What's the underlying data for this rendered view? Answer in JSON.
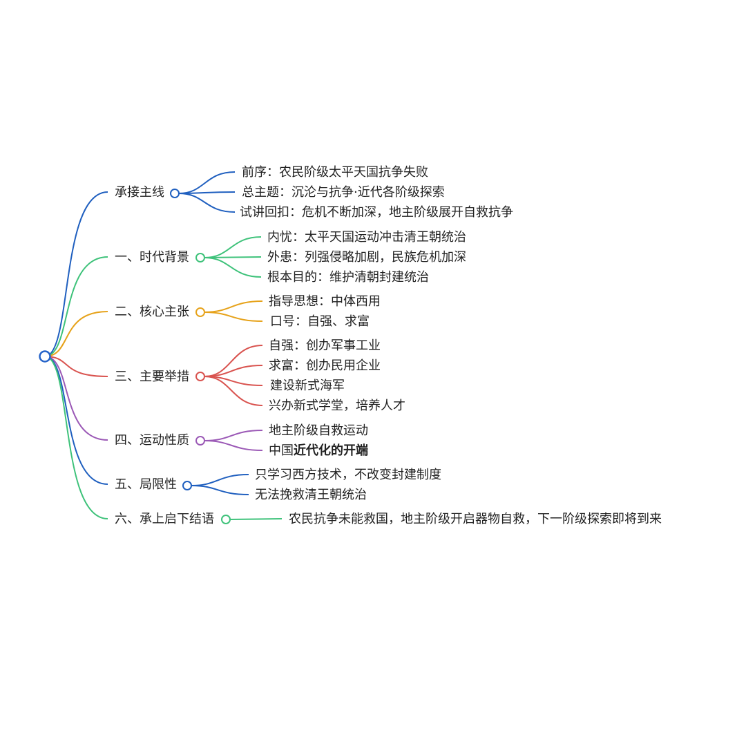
{
  "colors": {
    "root": "#2563c9",
    "text": "#222222",
    "background": "#ffffff"
  },
  "branches": [
    {
      "label": "承接主线",
      "color": "#1f5fbf",
      "leaves": [
        {
          "text": "前序：农民阶级太平天国抗争失败"
        },
        {
          "text": "总主题：沉沦与抗争·近代各阶级探索"
        },
        {
          "text": "试讲回扣：危机不断加深，地主阶级展开自救抗争"
        }
      ]
    },
    {
      "label": "一、时代背景",
      "color": "#3ec27a",
      "leaves": [
        {
          "text": "内忧：太平天国运动冲击清王朝统治"
        },
        {
          "text": "外患：列强侵略加剧，民族危机加深"
        },
        {
          "text": "根本目的：维护清朝封建统治"
        }
      ]
    },
    {
      "label": "二、核心主张",
      "color": "#e6a21a",
      "leaves": [
        {
          "text": "指导思想：中体西用"
        },
        {
          "text": "口号：自强、求富"
        }
      ]
    },
    {
      "label": "三、主要举措",
      "color": "#d9534f",
      "leaves": [
        {
          "text": "自强：创办军事工业"
        },
        {
          "text": "求富：创办民用企业"
        },
        {
          "text": "建设新式海军"
        },
        {
          "text": "兴办新式学堂，培养人才"
        }
      ]
    },
    {
      "label": "四、运动性质",
      "color": "#9b59b6",
      "leaves": [
        {
          "text": "地主阶级自救运动"
        },
        {
          "text_plain": "中国",
          "text_bold": "近代化的开端"
        }
      ]
    },
    {
      "label": "五、局限性",
      "color": "#1f5fbf",
      "leaves": [
        {
          "text": "只学习西方技术，不改变封建制度"
        },
        {
          "text": "无法挽救清王朝统治"
        }
      ]
    },
    {
      "label": "六、承上启下结语",
      "color": "#3ec27a",
      "leaves": [
        {
          "text": "农民抗争未能救国，地主阶级开启器物自救，下一阶级探索即将到来"
        }
      ]
    }
  ]
}
